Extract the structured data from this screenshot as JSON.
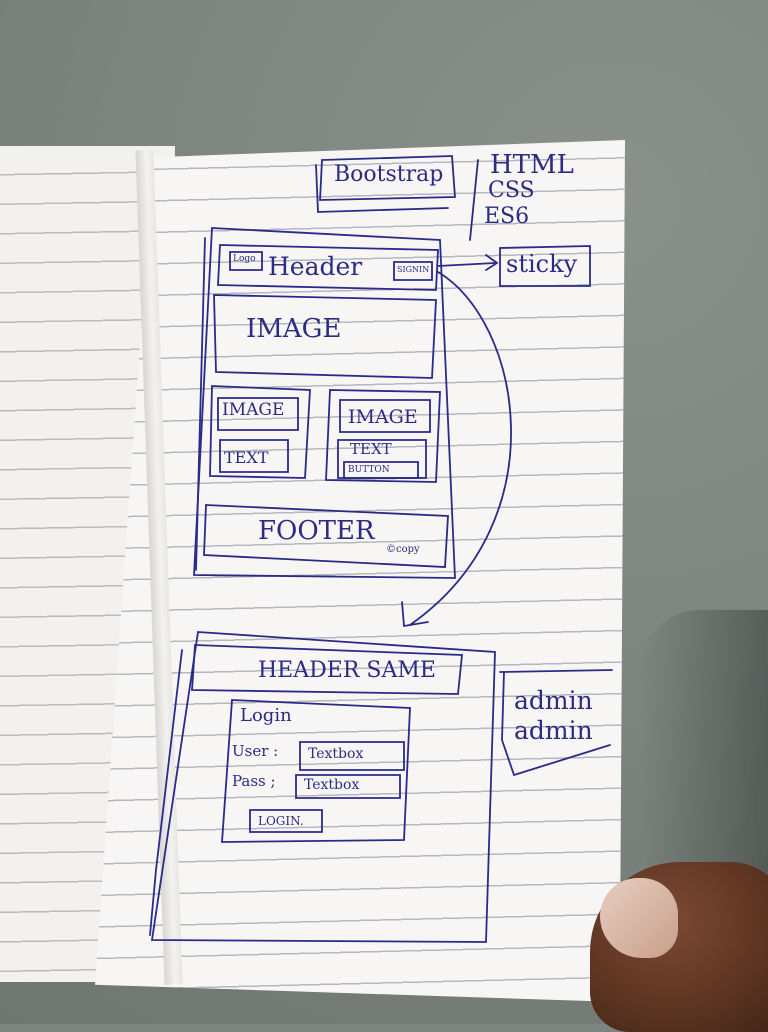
{
  "notes": {
    "bootstrap": "Bootstrap",
    "tech": [
      "HTML",
      "CSS",
      "ES6"
    ],
    "sticky": "sticky",
    "credentials": [
      "admin",
      "admin"
    ]
  },
  "home_wireframe": {
    "logo": "Logo",
    "header": "Header",
    "signin": "SIGNIN",
    "hero_image": "IMAGE",
    "card_left": {
      "image": "IMAGE",
      "text": "TEXT"
    },
    "card_right": {
      "image": "IMAGE",
      "text": "TEXT",
      "button": "BUTTON"
    },
    "footer": "FOOTER",
    "copy": "©copy"
  },
  "login_wireframe": {
    "header": "HEADER SAME",
    "title": "Login",
    "user_label": "User :",
    "user_field": "Textbox",
    "pass_label": "Pass ;",
    "pass_field": "Textbox",
    "login_button": "LOGIN."
  },
  "colors": {
    "ink": "#2a2a8a",
    "paper": "#f7f6f4",
    "table": "#7d8480"
  }
}
